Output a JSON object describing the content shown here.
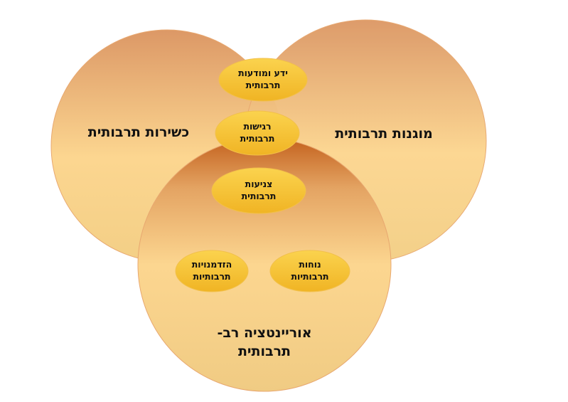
{
  "circles": {
    "left": "כשירות תרבותית",
    "right": "מוגנות תרבותית",
    "bottom_line1": "אוריינטציה רב-",
    "bottom_line2": "תרבותית"
  },
  "ellipses": [
    {
      "line1": "ידע ומודעות",
      "line2": "תרבותית"
    },
    {
      "line1": "רגישות",
      "line2": "תרבותית"
    },
    {
      "line1": "צניעות",
      "line2": "תרבותית"
    },
    {
      "line1": "הזדמנויות",
      "line2": "תרבותיות"
    },
    {
      "line1": "נוחות",
      "line2": "תרבותיות"
    }
  ],
  "colors": {
    "circle_top": "#dc9a66",
    "circle_bottom": "#fcd690",
    "ellipse": "#f5c02e"
  }
}
